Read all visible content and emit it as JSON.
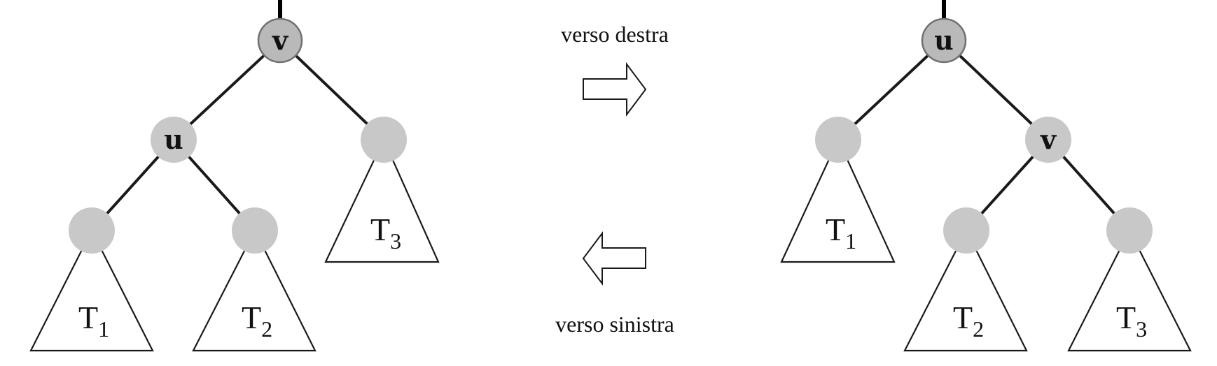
{
  "left_tree": {
    "root": "v",
    "left_child": "u",
    "subtrees": [
      {
        "base": "T",
        "sub": "1"
      },
      {
        "base": "T",
        "sub": "2"
      },
      {
        "base": "T",
        "sub": "3"
      }
    ]
  },
  "right_tree": {
    "root": "u",
    "right_child": "v",
    "subtrees": [
      {
        "base": "T",
        "sub": "1"
      },
      {
        "base": "T",
        "sub": "2"
      },
      {
        "base": "T",
        "sub": "3"
      }
    ]
  },
  "arrows": {
    "right_label": "verso destra",
    "left_label": "verso sinistra"
  },
  "colors": {
    "node_fill": "#c8c8c8",
    "edge": "#1a1a1a"
  }
}
